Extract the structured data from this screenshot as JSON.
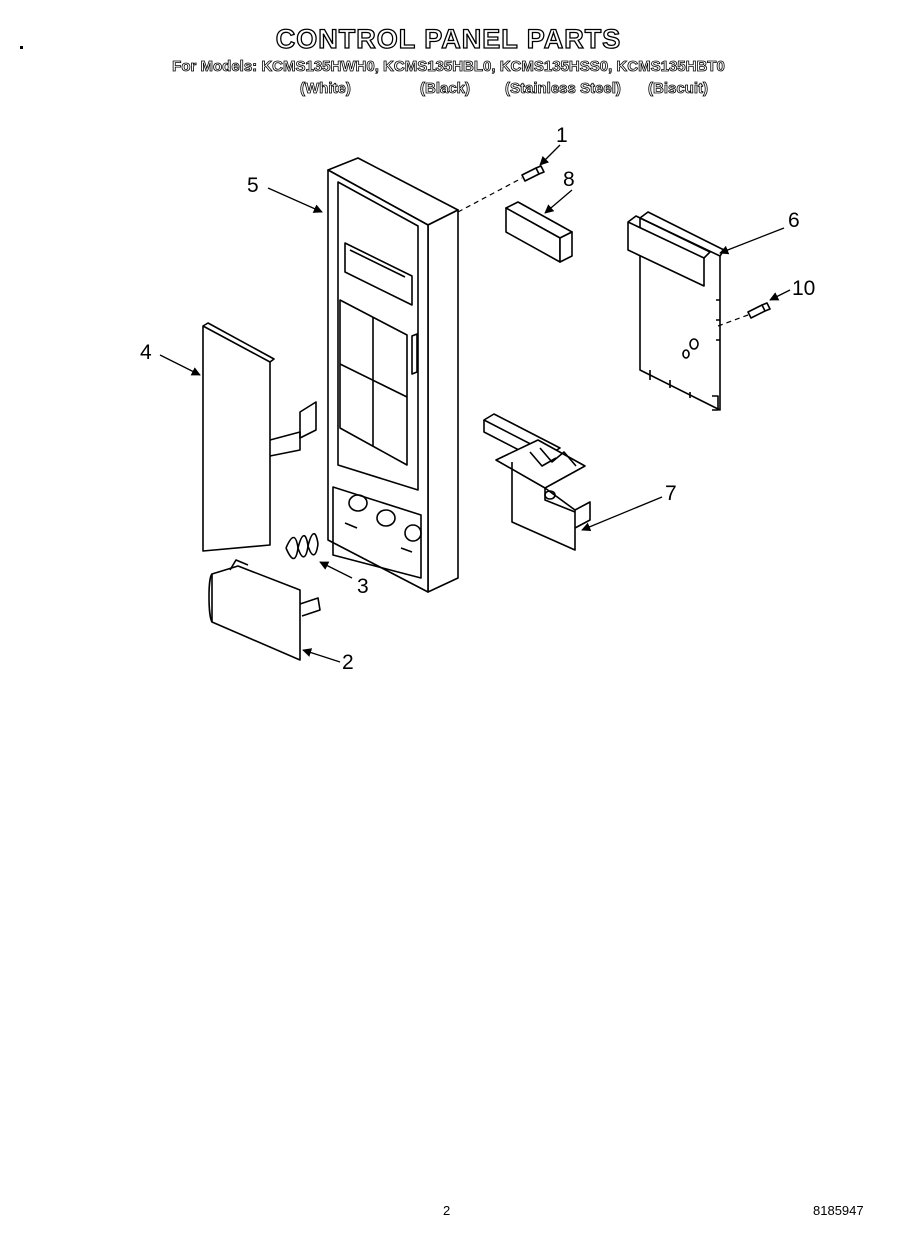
{
  "header": {
    "title": "CONTROL PANEL PARTS",
    "models": "For Models: KCMS135HWH0, KCMS135HBL0, KCMS135HSS0, KCMS135HBT0",
    "colors": [
      "(White)",
      "(Black)",
      "(Stainless Steel)",
      "(Biscuit)"
    ]
  },
  "callouts": [
    "1",
    "2",
    "3",
    "4",
    "5",
    "6",
    "7",
    "8",
    "10"
  ],
  "footer": {
    "page_number": "2",
    "document_number": "8185947"
  }
}
